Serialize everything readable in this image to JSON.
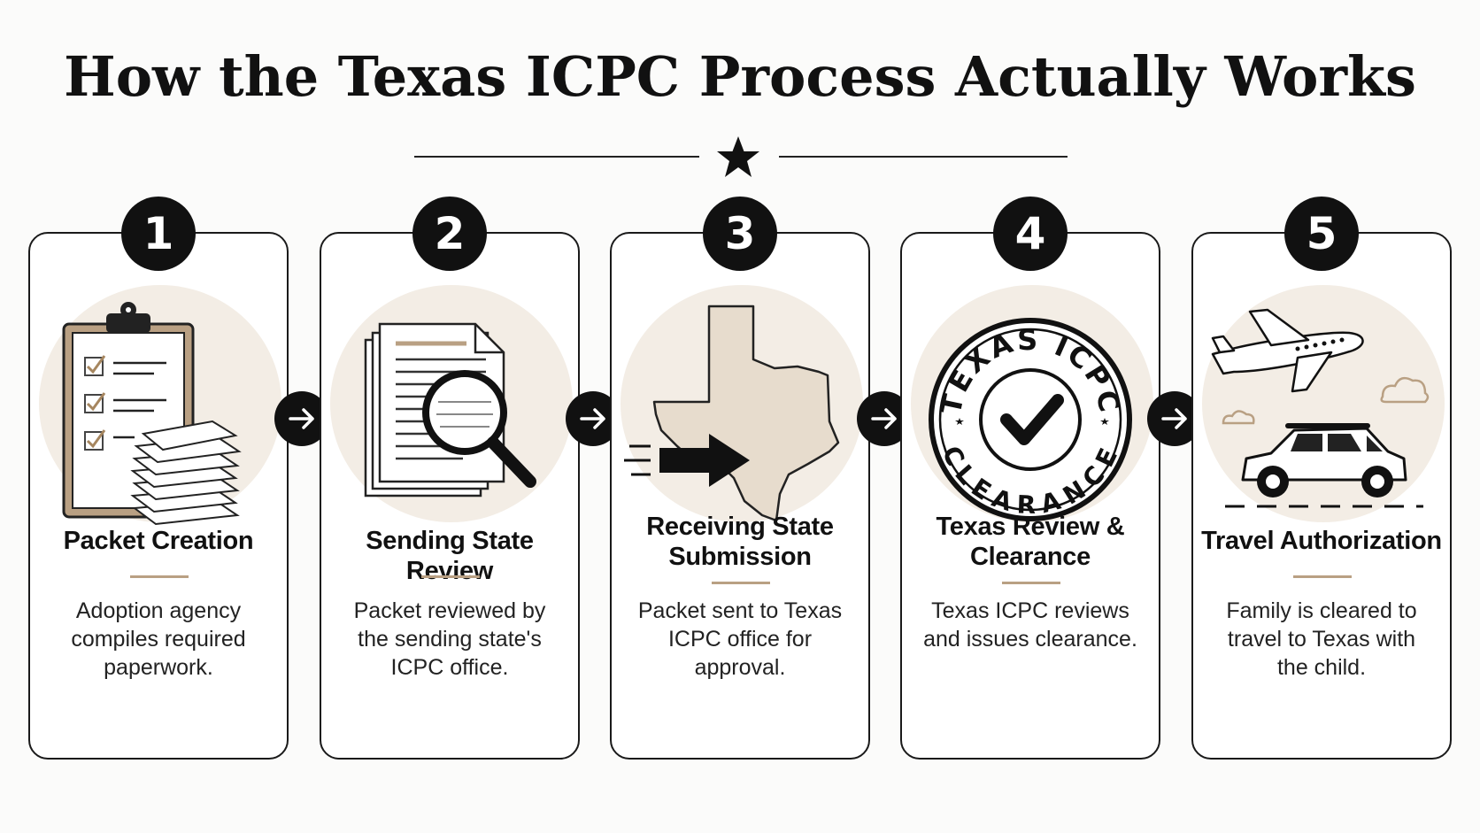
{
  "title": "How the Texas ICPC Process Actually Works",
  "accent_color": "#b9a083",
  "steps": [
    {
      "number": "1",
      "title": "Packet Creation",
      "description": "Adoption agency compiles required paperwork.",
      "icon": "clipboard-checklist-icon"
    },
    {
      "number": "2",
      "title": "Sending State Review",
      "description": "Packet reviewed by the sending state's ICPC office.",
      "icon": "document-magnifier-icon"
    },
    {
      "number": "3",
      "title": "Receiving State Submission",
      "description": "Packet sent to Texas ICPC office for approval.",
      "icon": "texas-map-arrow-icon"
    },
    {
      "number": "4",
      "title": "Texas Review & Clearance",
      "description": "Texas ICPC reviews and issues clearance.",
      "icon": "clearance-stamp-icon"
    },
    {
      "number": "5",
      "title": "Travel Authorization",
      "description": "Family is cleared to travel to Texas with the child.",
      "icon": "plane-car-icon"
    }
  ],
  "stamp": {
    "top_text": "TEXAS ICPC",
    "bottom_text": "CLEARANCE"
  }
}
